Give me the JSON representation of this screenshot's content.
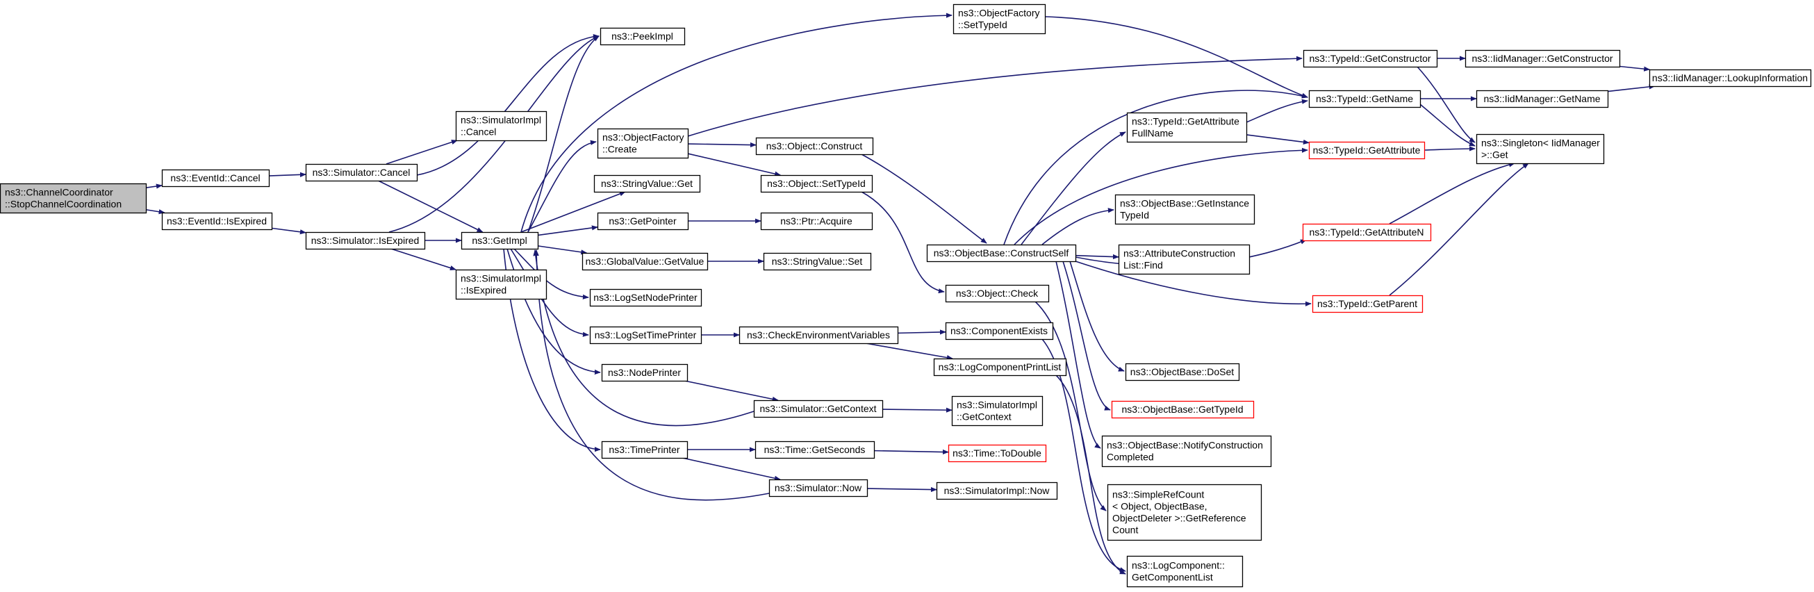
{
  "colors": {
    "edge": "#191970",
    "node_border": "#000000",
    "node_border_truncated": "#ff0000",
    "node_fill": "#ffffff",
    "root_fill": "#bfbfbf"
  },
  "nodes": [
    {
      "id": "root",
      "lines": [
        "ns3::ChannelCoordinator",
        "::StopChannelCoordination"
      ],
      "root": true
    },
    {
      "id": "eventid_cancel",
      "lines": [
        "ns3::EventId::Cancel"
      ]
    },
    {
      "id": "eventid_isexpired",
      "lines": [
        "ns3::EventId::IsExpired"
      ]
    },
    {
      "id": "simulator_cancel",
      "lines": [
        "ns3::Simulator::Cancel"
      ]
    },
    {
      "id": "simulatorimpl_cancel",
      "lines": [
        "ns3::SimulatorImpl",
        "::Cancel"
      ]
    },
    {
      "id": "simulator_isexpired",
      "lines": [
        "ns3::Simulator::IsExpired"
      ]
    },
    {
      "id": "simulatorimpl_isexpired",
      "lines": [
        "ns3::SimulatorImpl",
        "::IsExpired"
      ]
    },
    {
      "id": "getimpl",
      "lines": [
        "ns3::GetImpl"
      ]
    },
    {
      "id": "peekimpl",
      "lines": [
        "ns3::PeekImpl"
      ]
    },
    {
      "id": "objectfactory_create",
      "lines": [
        "ns3::ObjectFactory",
        "::Create"
      ]
    },
    {
      "id": "stringvalue_get",
      "lines": [
        "ns3::StringValue::Get"
      ]
    },
    {
      "id": "getpointer",
      "lines": [
        "ns3::GetPointer"
      ]
    },
    {
      "id": "globalvalue_getvalue",
      "lines": [
        "ns3::GlobalValue::GetValue"
      ]
    },
    {
      "id": "logsetnodeprinter",
      "lines": [
        "ns3::LogSetNodePrinter"
      ]
    },
    {
      "id": "logsettimeprinter",
      "lines": [
        "ns3::LogSetTimePrinter"
      ]
    },
    {
      "id": "nodeprinter",
      "lines": [
        "ns3::NodePrinter"
      ]
    },
    {
      "id": "timeprinter",
      "lines": [
        "ns3::TimePrinter"
      ]
    },
    {
      "id": "objectfactory_settypeid",
      "lines": [
        "ns3::ObjectFactory",
        "::SetTypeId"
      ]
    },
    {
      "id": "object_construct",
      "lines": [
        "ns3::Object::Construct"
      ]
    },
    {
      "id": "object_settypeid",
      "lines": [
        "ns3::Object::SetTypeId"
      ]
    },
    {
      "id": "ptr_acquire",
      "lines": [
        "ns3::Ptr::Acquire"
      ]
    },
    {
      "id": "stringvalue_set",
      "lines": [
        "ns3::StringValue::Set"
      ]
    },
    {
      "id": "checkenvvars",
      "lines": [
        "ns3::CheckEnvironmentVariables"
      ]
    },
    {
      "id": "simulator_getcontext",
      "lines": [
        "ns3::Simulator::GetContext"
      ]
    },
    {
      "id": "time_getseconds",
      "lines": [
        "ns3::Time::GetSeconds"
      ]
    },
    {
      "id": "simulator_now",
      "lines": [
        "ns3::Simulator::Now"
      ]
    },
    {
      "id": "objectbase_constructself",
      "lines": [
        "ns3::ObjectBase::ConstructSelf"
      ]
    },
    {
      "id": "object_check",
      "lines": [
        "ns3::Object::Check"
      ]
    },
    {
      "id": "componentexists",
      "lines": [
        "ns3::ComponentExists"
      ]
    },
    {
      "id": "logcomponentprintlist",
      "lines": [
        "ns3::LogComponentPrintList"
      ]
    },
    {
      "id": "simulatorimpl_getcontext",
      "lines": [
        "ns3::SimulatorImpl",
        "::GetContext"
      ]
    },
    {
      "id": "time_todouble",
      "lines": [
        "ns3::Time::ToDouble"
      ],
      "truncated": true
    },
    {
      "id": "simulatorimpl_now",
      "lines": [
        "ns3::SimulatorImpl::Now"
      ]
    },
    {
      "id": "typeid_getattributefullname",
      "lines": [
        "ns3::TypeId::GetAttribute",
        "FullName"
      ]
    },
    {
      "id": "objectbase_getinstancetypeid",
      "lines": [
        "ns3::ObjectBase::GetInstance",
        "TypeId"
      ]
    },
    {
      "id": "attributeconstructionlist_find",
      "lines": [
        "ns3::AttributeConstruction",
        "List::Find"
      ]
    },
    {
      "id": "objectbase_doset",
      "lines": [
        "ns3::ObjectBase::DoSet"
      ]
    },
    {
      "id": "objectbase_gettypeid",
      "lines": [
        "ns3::ObjectBase::GetTypeId"
      ],
      "truncated": true
    },
    {
      "id": "objectbase_notifyconstructioncompleted",
      "lines": [
        "ns3::ObjectBase::NotifyConstruction",
        "Completed"
      ]
    },
    {
      "id": "simplerefcount_getreferencecount",
      "lines": [
        "ns3::SimpleRefCount",
        "< Object, ObjectBase,",
        "ObjectDeleter >::GetReference",
        "Count"
      ]
    },
    {
      "id": "logcomponent_getcomponentlist",
      "lines": [
        "ns3::LogComponent::",
        "GetComponentList"
      ]
    },
    {
      "id": "typeid_getconstructor",
      "lines": [
        "ns3::TypeId::GetConstructor"
      ]
    },
    {
      "id": "typeid_getname",
      "lines": [
        "ns3::TypeId::GetName"
      ]
    },
    {
      "id": "typeid_getattribute",
      "lines": [
        "ns3::TypeId::GetAttribute"
      ],
      "truncated": true
    },
    {
      "id": "typeid_getattributen",
      "lines": [
        "ns3::TypeId::GetAttributeN"
      ],
      "truncated": true
    },
    {
      "id": "typeid_getparent",
      "lines": [
        "ns3::TypeId::GetParent"
      ],
      "truncated": true
    },
    {
      "id": "iidmanager_getconstructor",
      "lines": [
        "ns3::IidManager::GetConstructor"
      ]
    },
    {
      "id": "iidmanager_getname",
      "lines": [
        "ns3::IidManager::GetName"
      ]
    },
    {
      "id": "singleton_get",
      "lines": [
        "ns3::Singleton< IidManager",
        ">::Get"
      ]
    },
    {
      "id": "iidmanager_lookupinformation",
      "lines": [
        "ns3::IidManager::LookupInformation"
      ]
    }
  ],
  "edges": [
    [
      "root",
      "eventid_cancel"
    ],
    [
      "root",
      "eventid_isexpired"
    ],
    [
      "eventid_cancel",
      "simulator_cancel"
    ],
    [
      "eventid_isexpired",
      "simulator_isexpired"
    ],
    [
      "simulator_cancel",
      "simulatorimpl_cancel"
    ],
    [
      "simulator_cancel",
      "getimpl"
    ],
    [
      "simulator_cancel",
      "peekimpl"
    ],
    [
      "simulator_isexpired",
      "getimpl"
    ],
    [
      "simulator_isexpired",
      "simulatorimpl_isexpired"
    ],
    [
      "simulator_isexpired",
      "peekimpl"
    ],
    [
      "getimpl",
      "peekimpl"
    ],
    [
      "getimpl",
      "objectfactory_settypeid"
    ],
    [
      "getimpl",
      "objectfactory_create"
    ],
    [
      "getimpl",
      "stringvalue_get"
    ],
    [
      "getimpl",
      "getpointer"
    ],
    [
      "getimpl",
      "globalvalue_getvalue"
    ],
    [
      "getimpl",
      "logsetnodeprinter"
    ],
    [
      "getimpl",
      "logsettimeprinter"
    ],
    [
      "getimpl",
      "nodeprinter"
    ],
    [
      "getimpl",
      "timeprinter"
    ],
    [
      "simulator_getcontext",
      "getimpl"
    ],
    [
      "simulator_now",
      "getimpl"
    ],
    [
      "objectfactory_create",
      "object_construct"
    ],
    [
      "objectfactory_create",
      "object_settypeid"
    ],
    [
      "objectfactory_create",
      "typeid_getconstructor"
    ],
    [
      "objectfactory_settypeid",
      "typeid_getname"
    ],
    [
      "getpointer",
      "ptr_acquire"
    ],
    [
      "globalvalue_getvalue",
      "stringvalue_set"
    ],
    [
      "logsettimeprinter",
      "checkenvvars"
    ],
    [
      "nodeprinter",
      "simulator_getcontext"
    ],
    [
      "timeprinter",
      "time_getseconds"
    ],
    [
      "timeprinter",
      "simulator_now"
    ],
    [
      "object_construct",
      "objectbase_constructself"
    ],
    [
      "object_settypeid",
      "object_check"
    ],
    [
      "checkenvvars",
      "componentexists"
    ],
    [
      "checkenvvars",
      "logcomponentprintlist"
    ],
    [
      "simulator_getcontext",
      "simulatorimpl_getcontext"
    ],
    [
      "time_getseconds",
      "time_todouble"
    ],
    [
      "simulator_now",
      "simulatorimpl_now"
    ],
    [
      "objectbase_constructself",
      "typeid_getattributefullname"
    ],
    [
      "objectbase_constructself",
      "typeid_getname"
    ],
    [
      "objectbase_constructself",
      "typeid_getattribute"
    ],
    [
      "objectbase_constructself",
      "objectbase_getinstancetypeid"
    ],
    [
      "objectbase_constructself",
      "attributeconstructionlist_find"
    ],
    [
      "objectbase_constructself",
      "typeid_getattributen"
    ],
    [
      "objectbase_constructself",
      "typeid_getparent"
    ],
    [
      "objectbase_constructself",
      "objectbase_doset"
    ],
    [
      "objectbase_constructself",
      "objectbase_gettypeid"
    ],
    [
      "objectbase_constructself",
      "objectbase_notifyconstructioncompleted"
    ],
    [
      "object_check",
      "simplerefcount_getreferencecount"
    ],
    [
      "componentexists",
      "logcomponent_getcomponentlist"
    ],
    [
      "logcomponentprintlist",
      "logcomponent_getcomponentlist"
    ],
    [
      "typeid_getattributefullname",
      "typeid_getname"
    ],
    [
      "typeid_getattributefullname",
      "typeid_getattribute"
    ],
    [
      "typeid_getconstructor",
      "iidmanager_getconstructor"
    ],
    [
      "typeid_getconstructor",
      "singleton_get"
    ],
    [
      "typeid_getname",
      "iidmanager_getname"
    ],
    [
      "typeid_getname",
      "singleton_get"
    ],
    [
      "typeid_getattribute",
      "singleton_get"
    ],
    [
      "typeid_getattributen",
      "singleton_get"
    ],
    [
      "typeid_getparent",
      "singleton_get"
    ],
    [
      "iidmanager_getconstructor",
      "iidmanager_lookupinformation"
    ],
    [
      "iidmanager_getname",
      "iidmanager_lookupinformation"
    ]
  ]
}
